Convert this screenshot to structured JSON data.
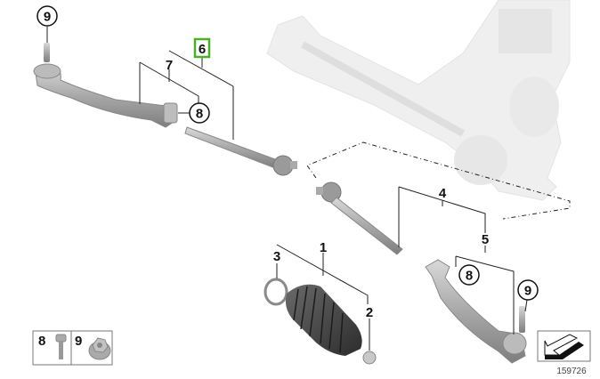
{
  "diagram": {
    "callouts": {
      "top_left_nut": "9",
      "tie_rod_assembly_left": "6",
      "tie_rod_end_left": "7",
      "bolt_left": "8",
      "tie_rod_assembly_right": "4",
      "tie_rod_end_right": "5",
      "bolt_right": "8",
      "nut_right": "9",
      "ring": "3",
      "bellows": "1",
      "clamp": "2"
    },
    "highlight_color": "#4caf2a",
    "legend": [
      {
        "number": "8",
        "part": "bolt-icon"
      },
      {
        "number": "9",
        "part": "nut-icon"
      }
    ],
    "reference_number": "159726"
  }
}
